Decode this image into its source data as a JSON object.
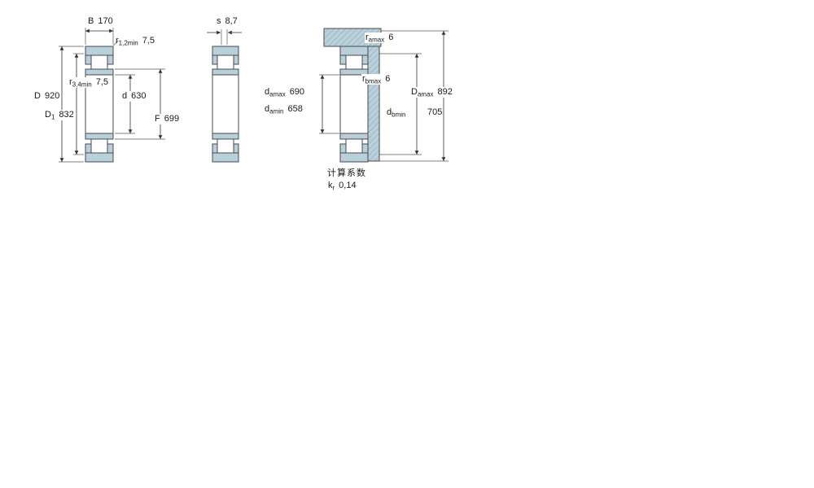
{
  "drawing": {
    "background": "#ffffff",
    "steel_fill": "#b9cfda",
    "outline_color": "#4a4a4a",
    "hatch_line_color": "#87a9b8",
    "dim_line_color": "#333333"
  },
  "front_view": {
    "dim_B": {
      "symbol": "B",
      "value": "170"
    },
    "dim_r12": {
      "symbol": "r",
      "sub": "1,2min",
      "value": "7,5"
    },
    "dim_r34": {
      "symbol": "r",
      "sub": "3,4min",
      "value": "7,5"
    },
    "dim_D": {
      "symbol": "D",
      "value": "920"
    },
    "dim_D1": {
      "symbol": "D",
      "sub": "1",
      "value": "832"
    },
    "dim_d": {
      "symbol": "d",
      "value": "630"
    },
    "dim_F": {
      "symbol": "F",
      "value": "699"
    }
  },
  "side_view": {
    "dim_s": {
      "symbol": "s",
      "value": "8,7"
    }
  },
  "mount_view": {
    "dim_ra_max": {
      "symbol": "r",
      "sub": "amax",
      "value": "6"
    },
    "dim_rb_max": {
      "symbol": "r",
      "sub": "bmax",
      "value": "6"
    },
    "dim_da_max": {
      "symbol": "d",
      "sub": "amax",
      "value": "690"
    },
    "dim_da_min": {
      "symbol": "d",
      "sub": "amin",
      "value": "658"
    },
    "dim_db_min": {
      "symbol": "d",
      "sub": "bmin",
      "value": "705"
    },
    "dim_Da_max": {
      "symbol": "D",
      "sub": "amax",
      "value": "892"
    }
  },
  "calculation_factors": {
    "title": "计算系数",
    "k_r": {
      "symbol": "k",
      "sub": "r",
      "value": "0,14"
    }
  }
}
